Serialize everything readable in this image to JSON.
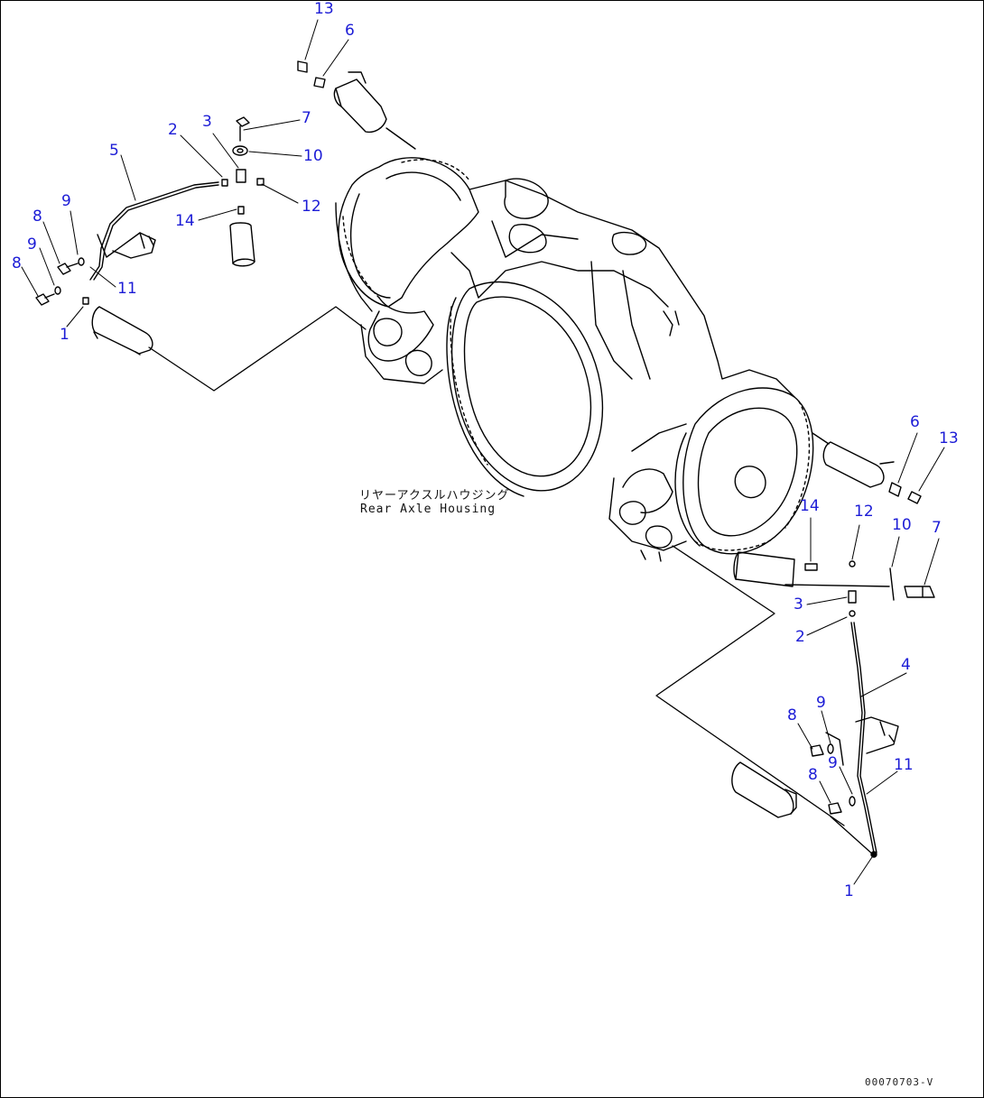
{
  "housing_label": {
    "japanese": "リヤーアクスルハウジング",
    "english": "Rear Axle Housing"
  },
  "document_id": "00070703-V",
  "callouts": {
    "left": {
      "n13": "13",
      "n6": "6",
      "n7": "7",
      "n10": "10",
      "n12": "12",
      "n2": "2",
      "n3": "3",
      "n5": "5",
      "n14": "14",
      "n9a": "9",
      "n8a": "8",
      "n9b": "9",
      "n8b": "8",
      "n11": "11",
      "n1": "1"
    },
    "right": {
      "n6": "6",
      "n13": "13",
      "n14": "14",
      "n12": "12",
      "n10": "10",
      "n7": "7",
      "n3": "3",
      "n2": "2",
      "n4": "4",
      "n9a": "9",
      "n8a": "8",
      "n9b": "9",
      "n8b": "8",
      "n11": "11",
      "n1": "1"
    }
  },
  "colors": {
    "callout": "#1c1cd6",
    "line": "#000000"
  }
}
